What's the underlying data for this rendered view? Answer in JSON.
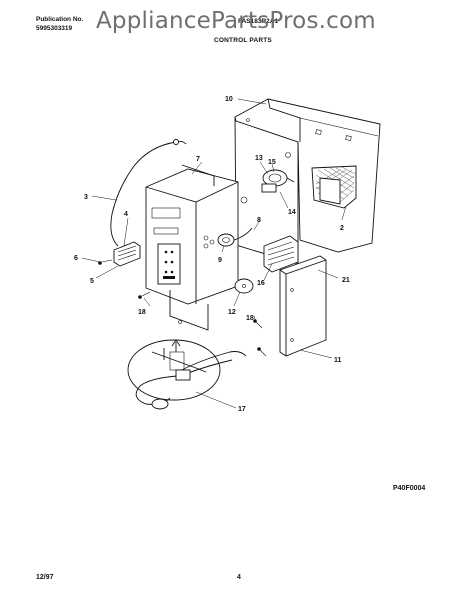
{
  "header": {
    "publication_label": "Publication No.",
    "publication_number": "5995303319",
    "model_number": "FAS183R2A1",
    "watermark": "AppliancePartsPros.com",
    "section_title": "CONTROL PARTS"
  },
  "callouts": {
    "c2": "2",
    "c3": "3",
    "c4": "4",
    "c5": "5",
    "c6": "6",
    "c7": "7",
    "c8": "8",
    "c9": "9",
    "c10": "10",
    "c11": "11",
    "c12": "12",
    "c13": "13",
    "c14": "14",
    "c15": "15",
    "c16": "16",
    "c17": "17",
    "c18a": "18",
    "c18b": "18",
    "c21": "21"
  },
  "figure_code": "P40F0004",
  "footer": {
    "date": "12/97",
    "page_number": "4"
  }
}
